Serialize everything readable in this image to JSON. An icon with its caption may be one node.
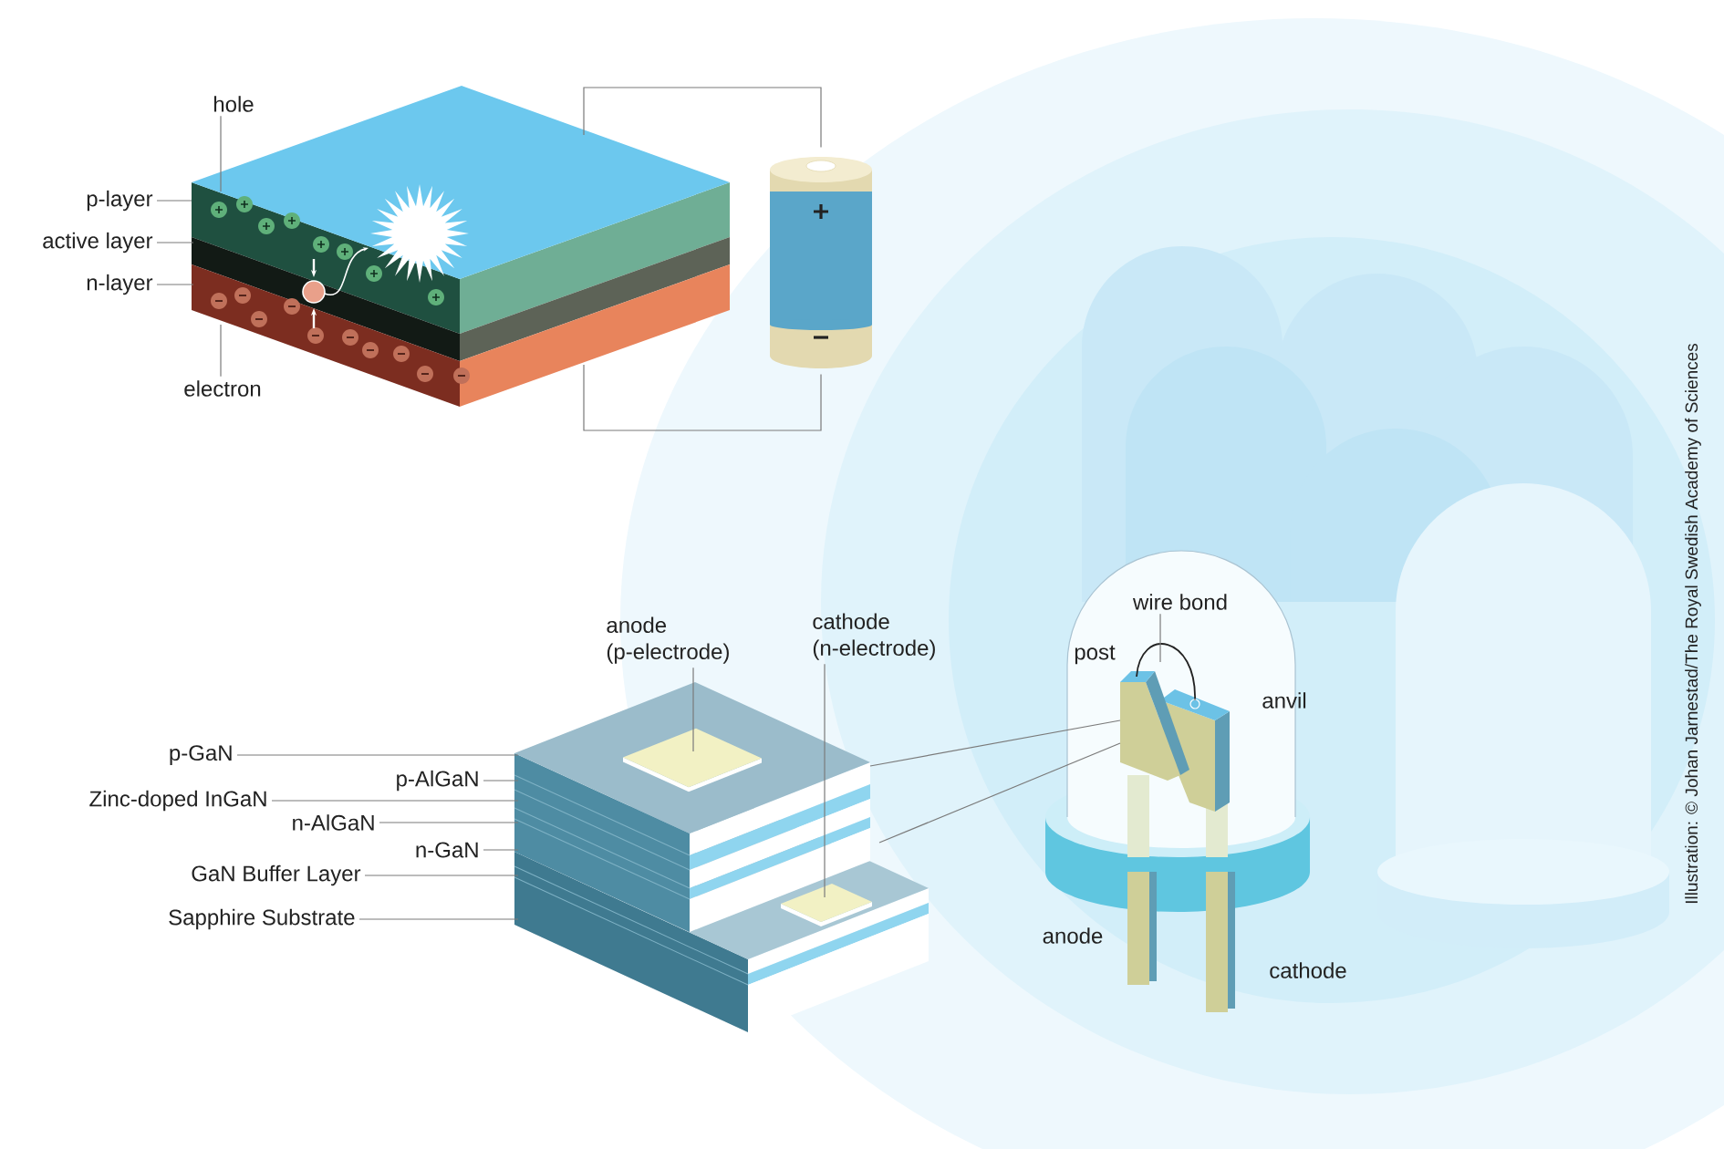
{
  "diagram": {
    "nodes": [
      {
        "text": [],
        "shape": "picture"
      },
      {
        "text": [],
        "shape": "picture"
      },
      {
        "text": [],
        "shape": "picture"
      },
      {
        "text": [],
        "shape": "picture"
      },
      {
        "text": [
          "hole"
        ]
      },
      {
        "text": [
          "p-layer"
        ]
      },
      {
        "text": [
          "active layer"
        ]
      },
      {
        "text": [
          "n-layer"
        ]
      },
      {
        "text": [
          "electron"
        ]
      },
      {
        "text": [
          "anode (p-electrode)"
        ]
      },
      {
        "text": [
          "cathode (n-electrode)"
        ]
      },
      {
        "text": [
          "p-GaN"
        ]
      },
      {
        "text": [
          "p-AlGaN"
        ]
      },
      {
        "text": [
          "Zinc-doped InGaN"
        ]
      },
      {
        "text": [
          "n-AlGaN"
        ]
      },
      {
        "text": [
          "n-GaN"
        ]
      },
      {
        "text": [
          "GaN Buffer Layer"
        ]
      },
      {
        "text": [
          "Sapphire Substrate"
        ]
      },
      {
        "text": [
          "wire bond"
        ],
        "in": 3
      }
    ],
    "edges": [
      {
        "from": 4,
        "to": 0,
        "arrow": "none"
      },
      {
        "from": 5,
        "to": 0,
        "arrow": "none"
      },
      {
        "from": 6,
        "to": 0,
        "arrow": "none"
      },
      {
        "from": 7,
        "to": 0,
        "arrow": "none"
      },
      {
        "from": 8,
        "to": 0,
        "arrow": "none"
      },
      {
        "from": 9,
        "to": 2,
        "arrow": "none"
      },
      {
        "from": 10,
        "to": 2,
        "arrow": "none"
      },
      {
        "from": 11,
        "to": 2,
        "arrow": "none"
      },
      {
        "from": 12,
        "to": 2,
        "arrow": "none"
      },
      {
        "from": 13,
        "to": 2,
        "arrow": "none"
      },
      {
        "from": 14,
        "to": 2,
        "arrow": "none"
      },
      {
        "from": 15,
        "to": 2,
        "arrow": "none"
      },
      {
        "from": 16,
        "to": 2,
        "arrow": "none"
      },
      {
        "from": 17,
        "to": 2,
        "arrow": "none"
      },
      {
        "from": 18,
        "to": 3,
        "arrow": "none"
      },
      {
        "from": 1,
        "to": 0,
        "arrow": "none"
      },
      {
        "from": 1,
        "to": 0,
        "arrow": "none"
      },
      {
        "from": 2,
        "to": 3,
        "arrow": "none"
      },
      {
        "from": 2,
        "to": 3,
        "arrow": "none"
      }
    ],
    "labels": [
      "post",
      "anvil",
      "anode",
      "cathode",
      "Illustration: © Johan Jarnestad/The Royal Swedish Academy of Sciences"
    ]
  }
}
